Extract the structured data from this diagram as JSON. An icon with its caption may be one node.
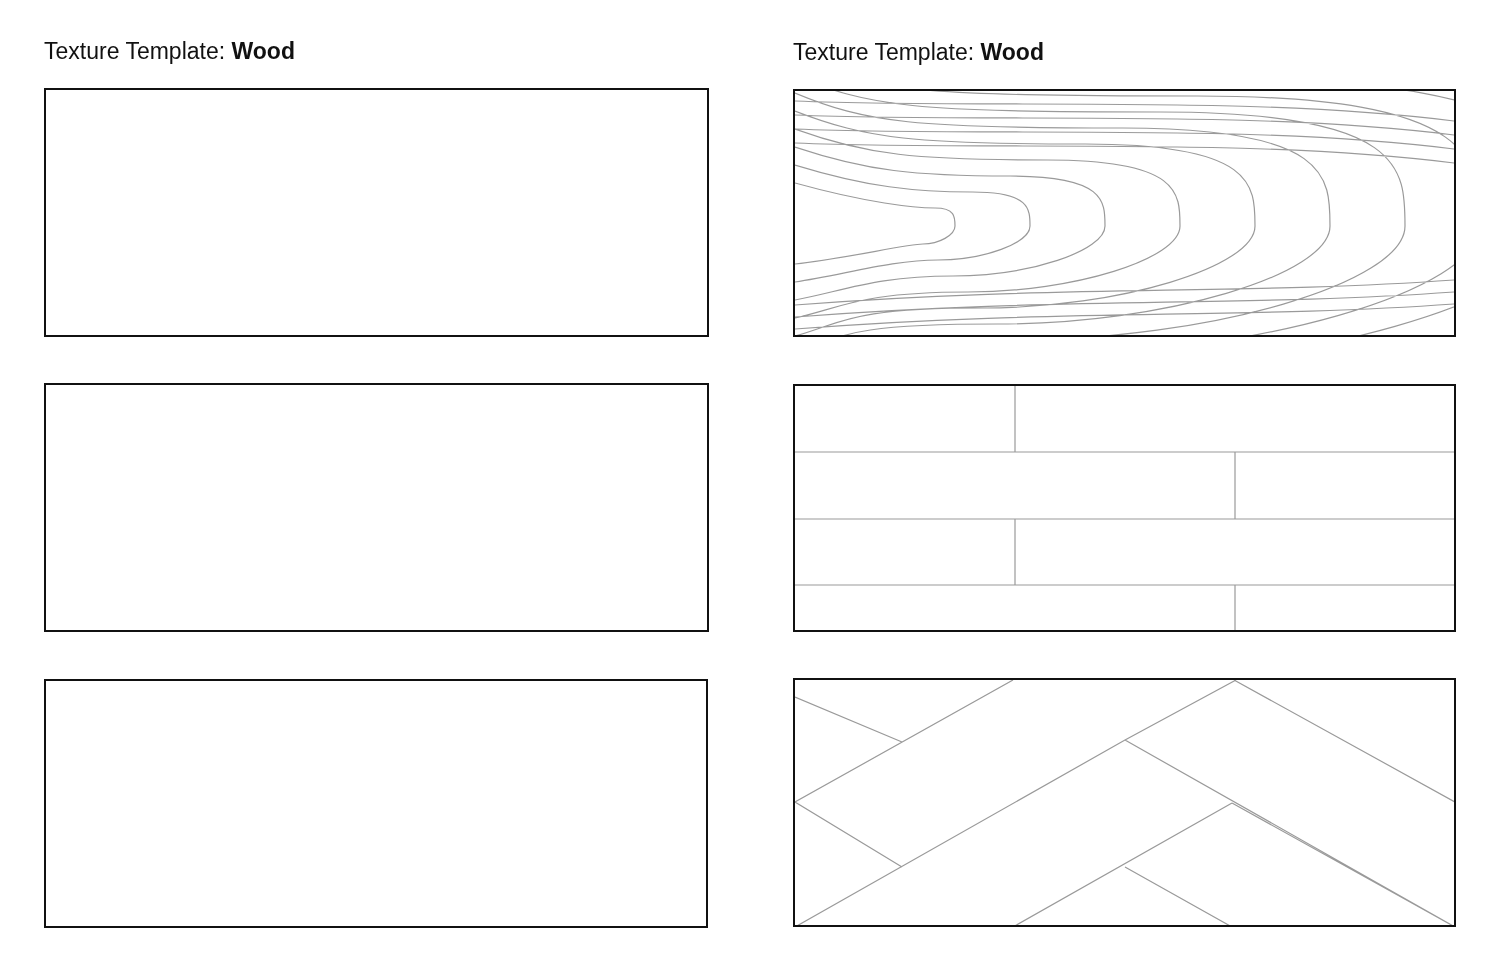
{
  "diagram": {
    "nodes": [
      {
        "text": [],
        "shape": "box"
      },
      {
        "text": [],
        "shape": "box"
      },
      {
        "text": [],
        "shape": "box"
      },
      {
        "text": [],
        "shape": "box"
      },
      {
        "text": [],
        "shape": "box"
      },
      {
        "text": [],
        "shape": "box"
      }
    ],
    "labels": [
      "Texture Template: **Wood**",
      "Texture Template: **Wood**"
    ]
  }
}
